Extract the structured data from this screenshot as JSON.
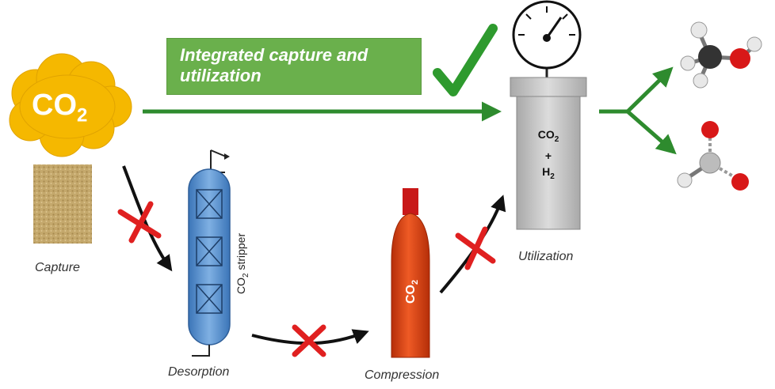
{
  "banner": {
    "line1": "Integrated capture and",
    "line2": "utilization"
  },
  "cloud": {
    "formula": "CO",
    "sub": "2"
  },
  "labels": {
    "capture": "Capture",
    "desorption": "Desorption",
    "compression": "Compression",
    "utilization": "Utilization"
  },
  "stripper": {
    "prefix": "CO",
    "sub": "2",
    "suffix": " stripper"
  },
  "cylinder": {
    "formula": "CO",
    "sub": "2"
  },
  "reactor": {
    "line1": "CO",
    "line1_sub": "2",
    "line2": "+",
    "line3": "H",
    "line3_sub": "2"
  },
  "colors": {
    "green": "#2e8b2e",
    "banner": "#6ab04c",
    "cloud": "#f5b800",
    "stripper": "#4a86c8",
    "cylinder": "#d63a10",
    "cross": "#e02020"
  }
}
